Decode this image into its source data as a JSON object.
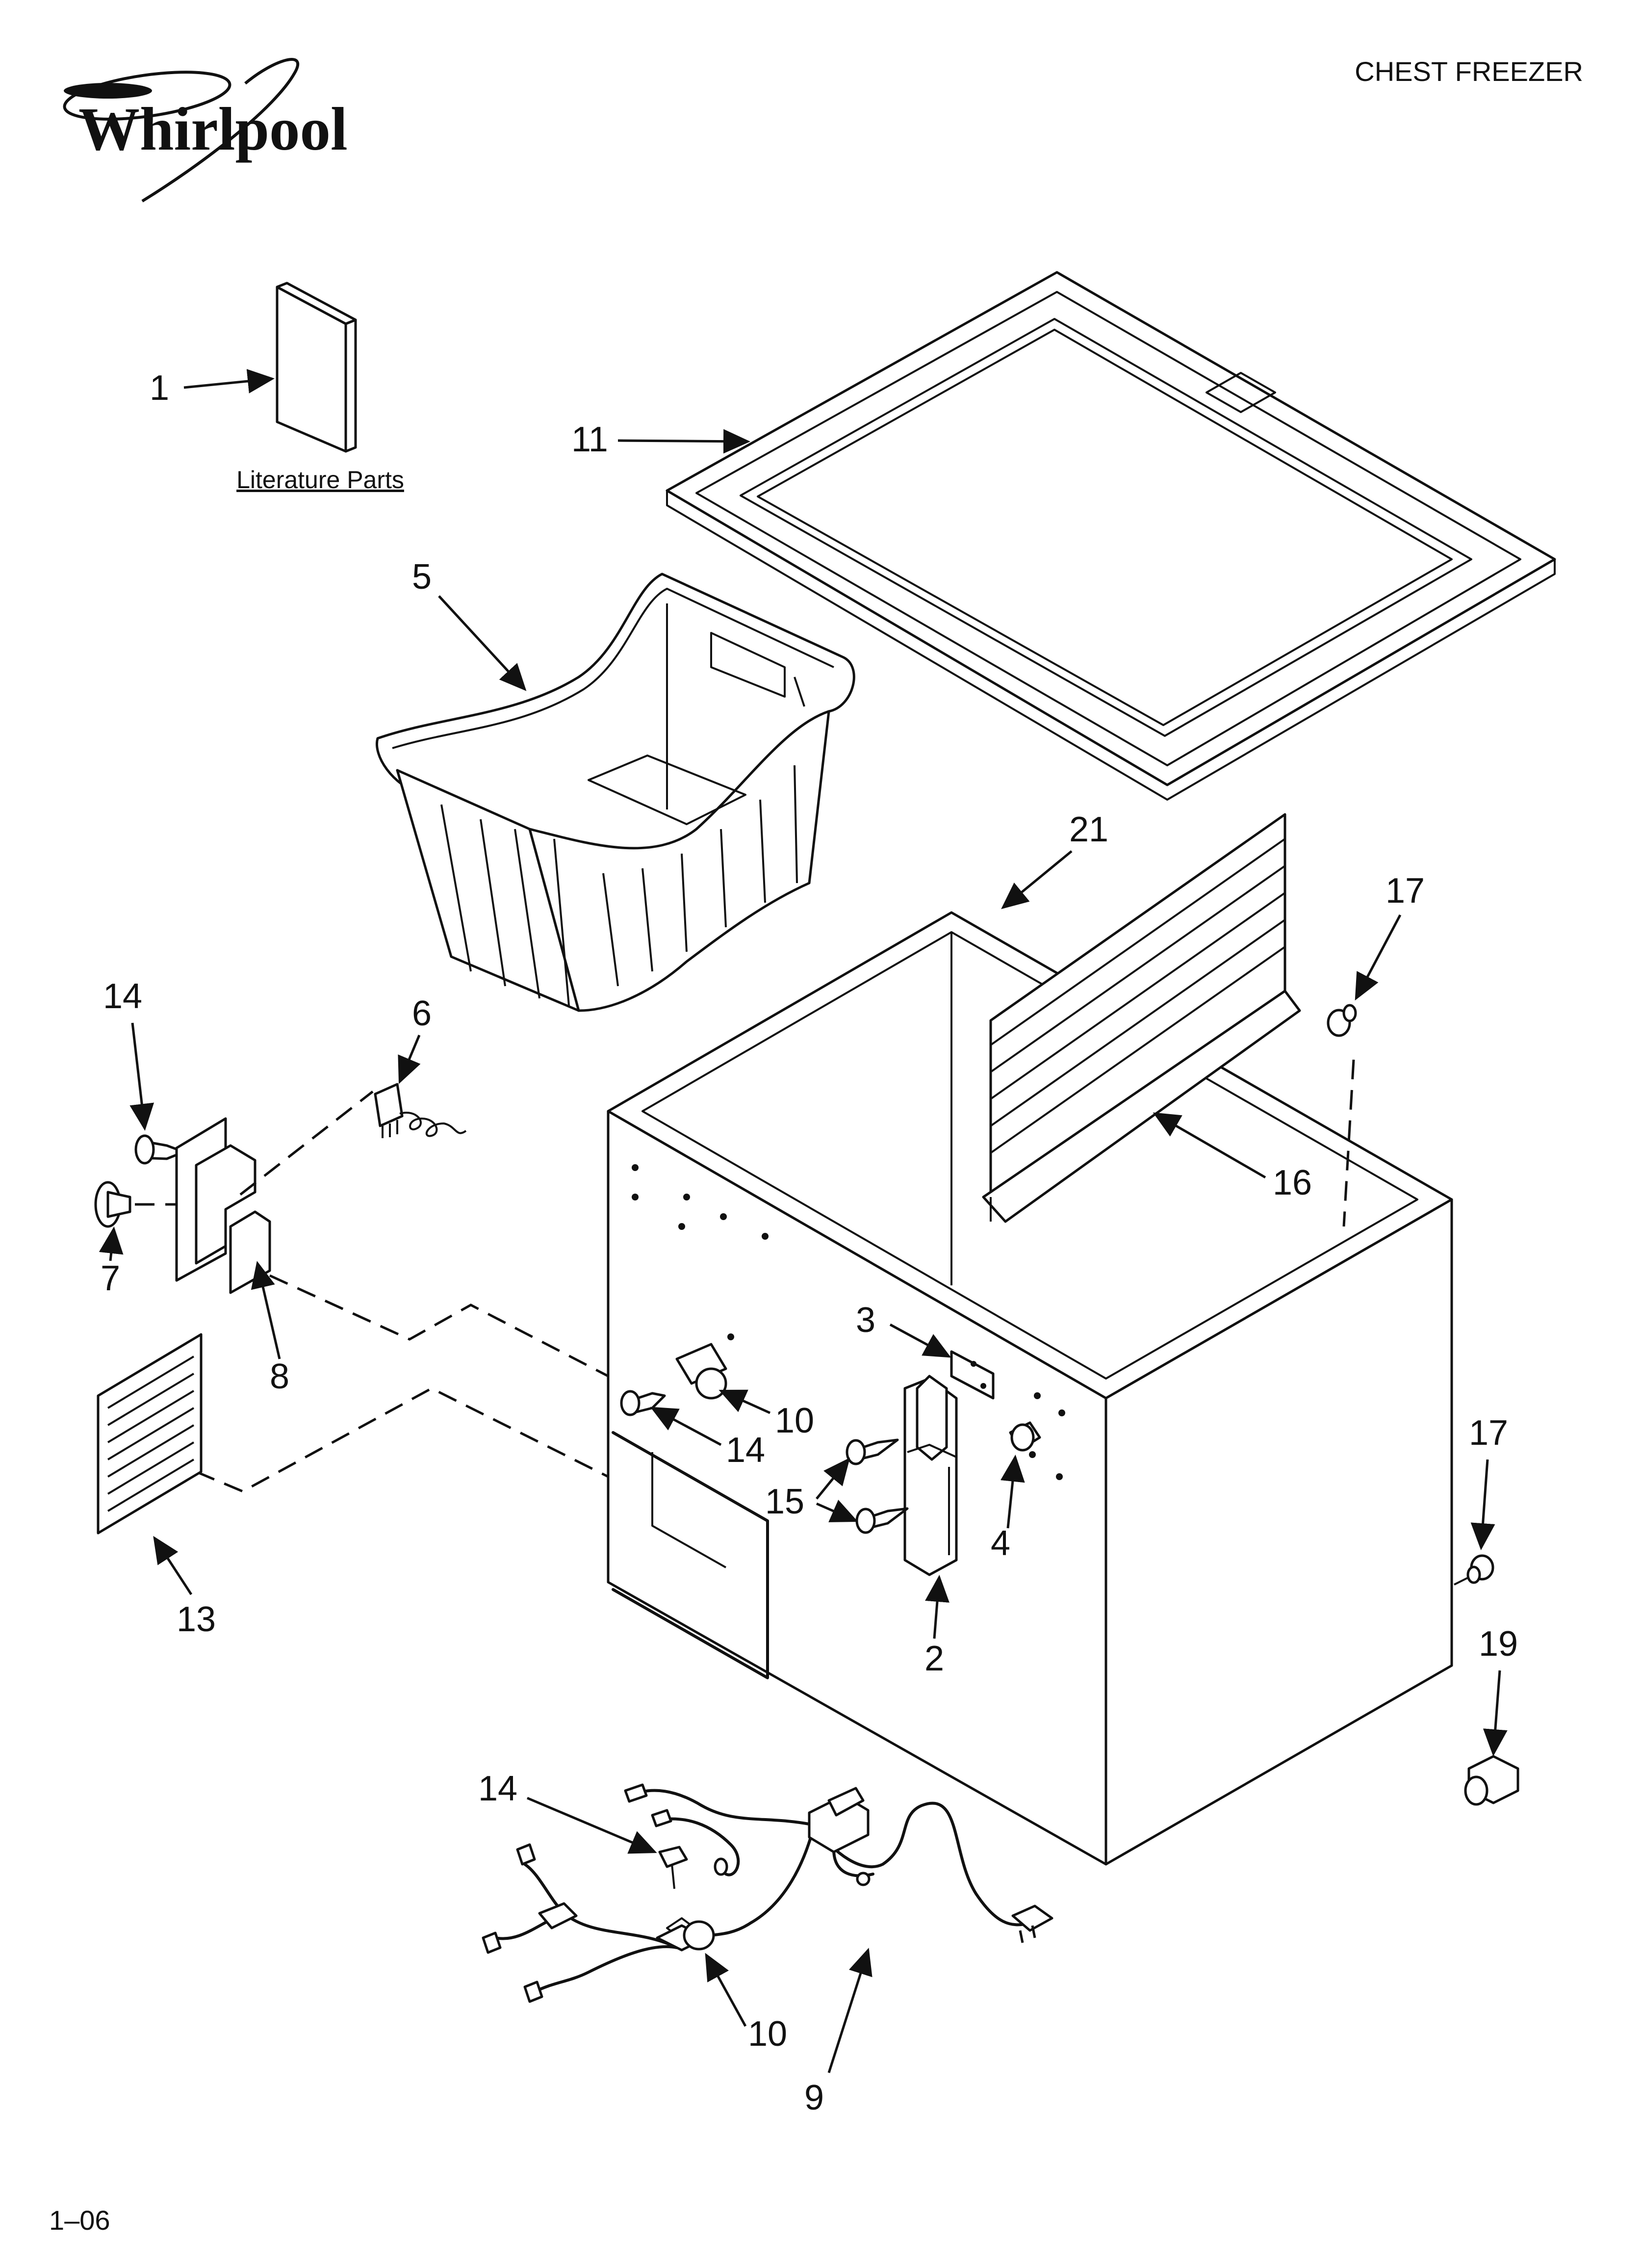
{
  "brand": {
    "logo_text": "Whirlpool"
  },
  "header": {
    "title": "CHEST FREEZER"
  },
  "footer": {
    "date_code": "1–06"
  },
  "literature_label": "Literature Parts",
  "callouts": {
    "c1": "1",
    "c2": "2",
    "c3": "3",
    "c4": "4",
    "c5": "5",
    "c6": "6",
    "c7": "7",
    "c8": "8",
    "c9": "9",
    "c10a": "10",
    "c10b": "10",
    "c11": "11",
    "c13": "13",
    "c14a": "14",
    "c14b": "14",
    "c14c": "14",
    "c15": "15",
    "c16": "16",
    "c17a": "17",
    "c17b": "17",
    "c19": "19",
    "c21": "21"
  }
}
